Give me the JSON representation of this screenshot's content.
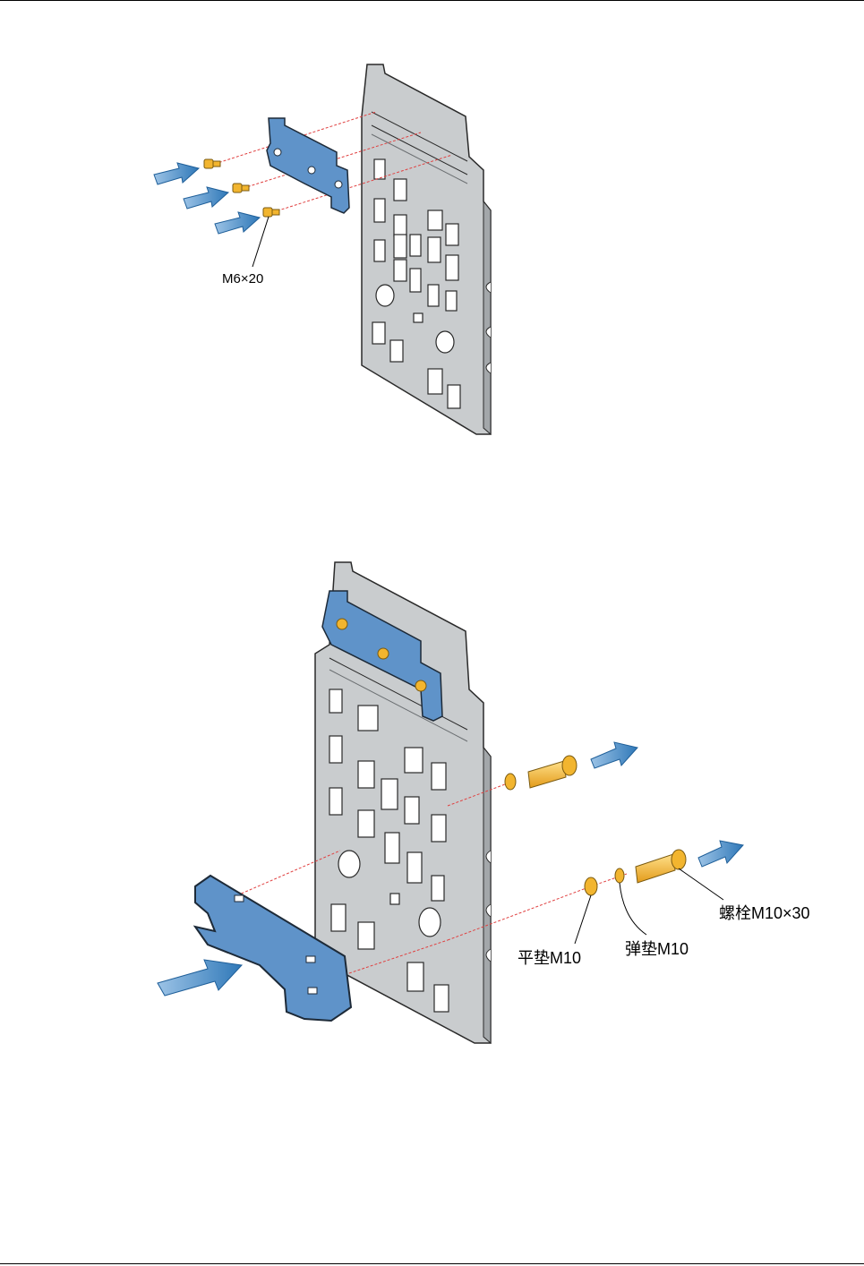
{
  "figure_top": {
    "screw_label": "M6×20"
  },
  "figure_bottom": {
    "flat_washer_label": "平垫M10",
    "spring_washer_label": "弹垫M10",
    "bolt_label": "螺栓M10×30"
  },
  "colors": {
    "plate": "#c9ccce",
    "plate_edge": "#8c8f93",
    "bracket": "#5f93c9",
    "arrow": "#3f86c3",
    "fastener": "#f2b52f",
    "guide_line": "#e04040"
  }
}
